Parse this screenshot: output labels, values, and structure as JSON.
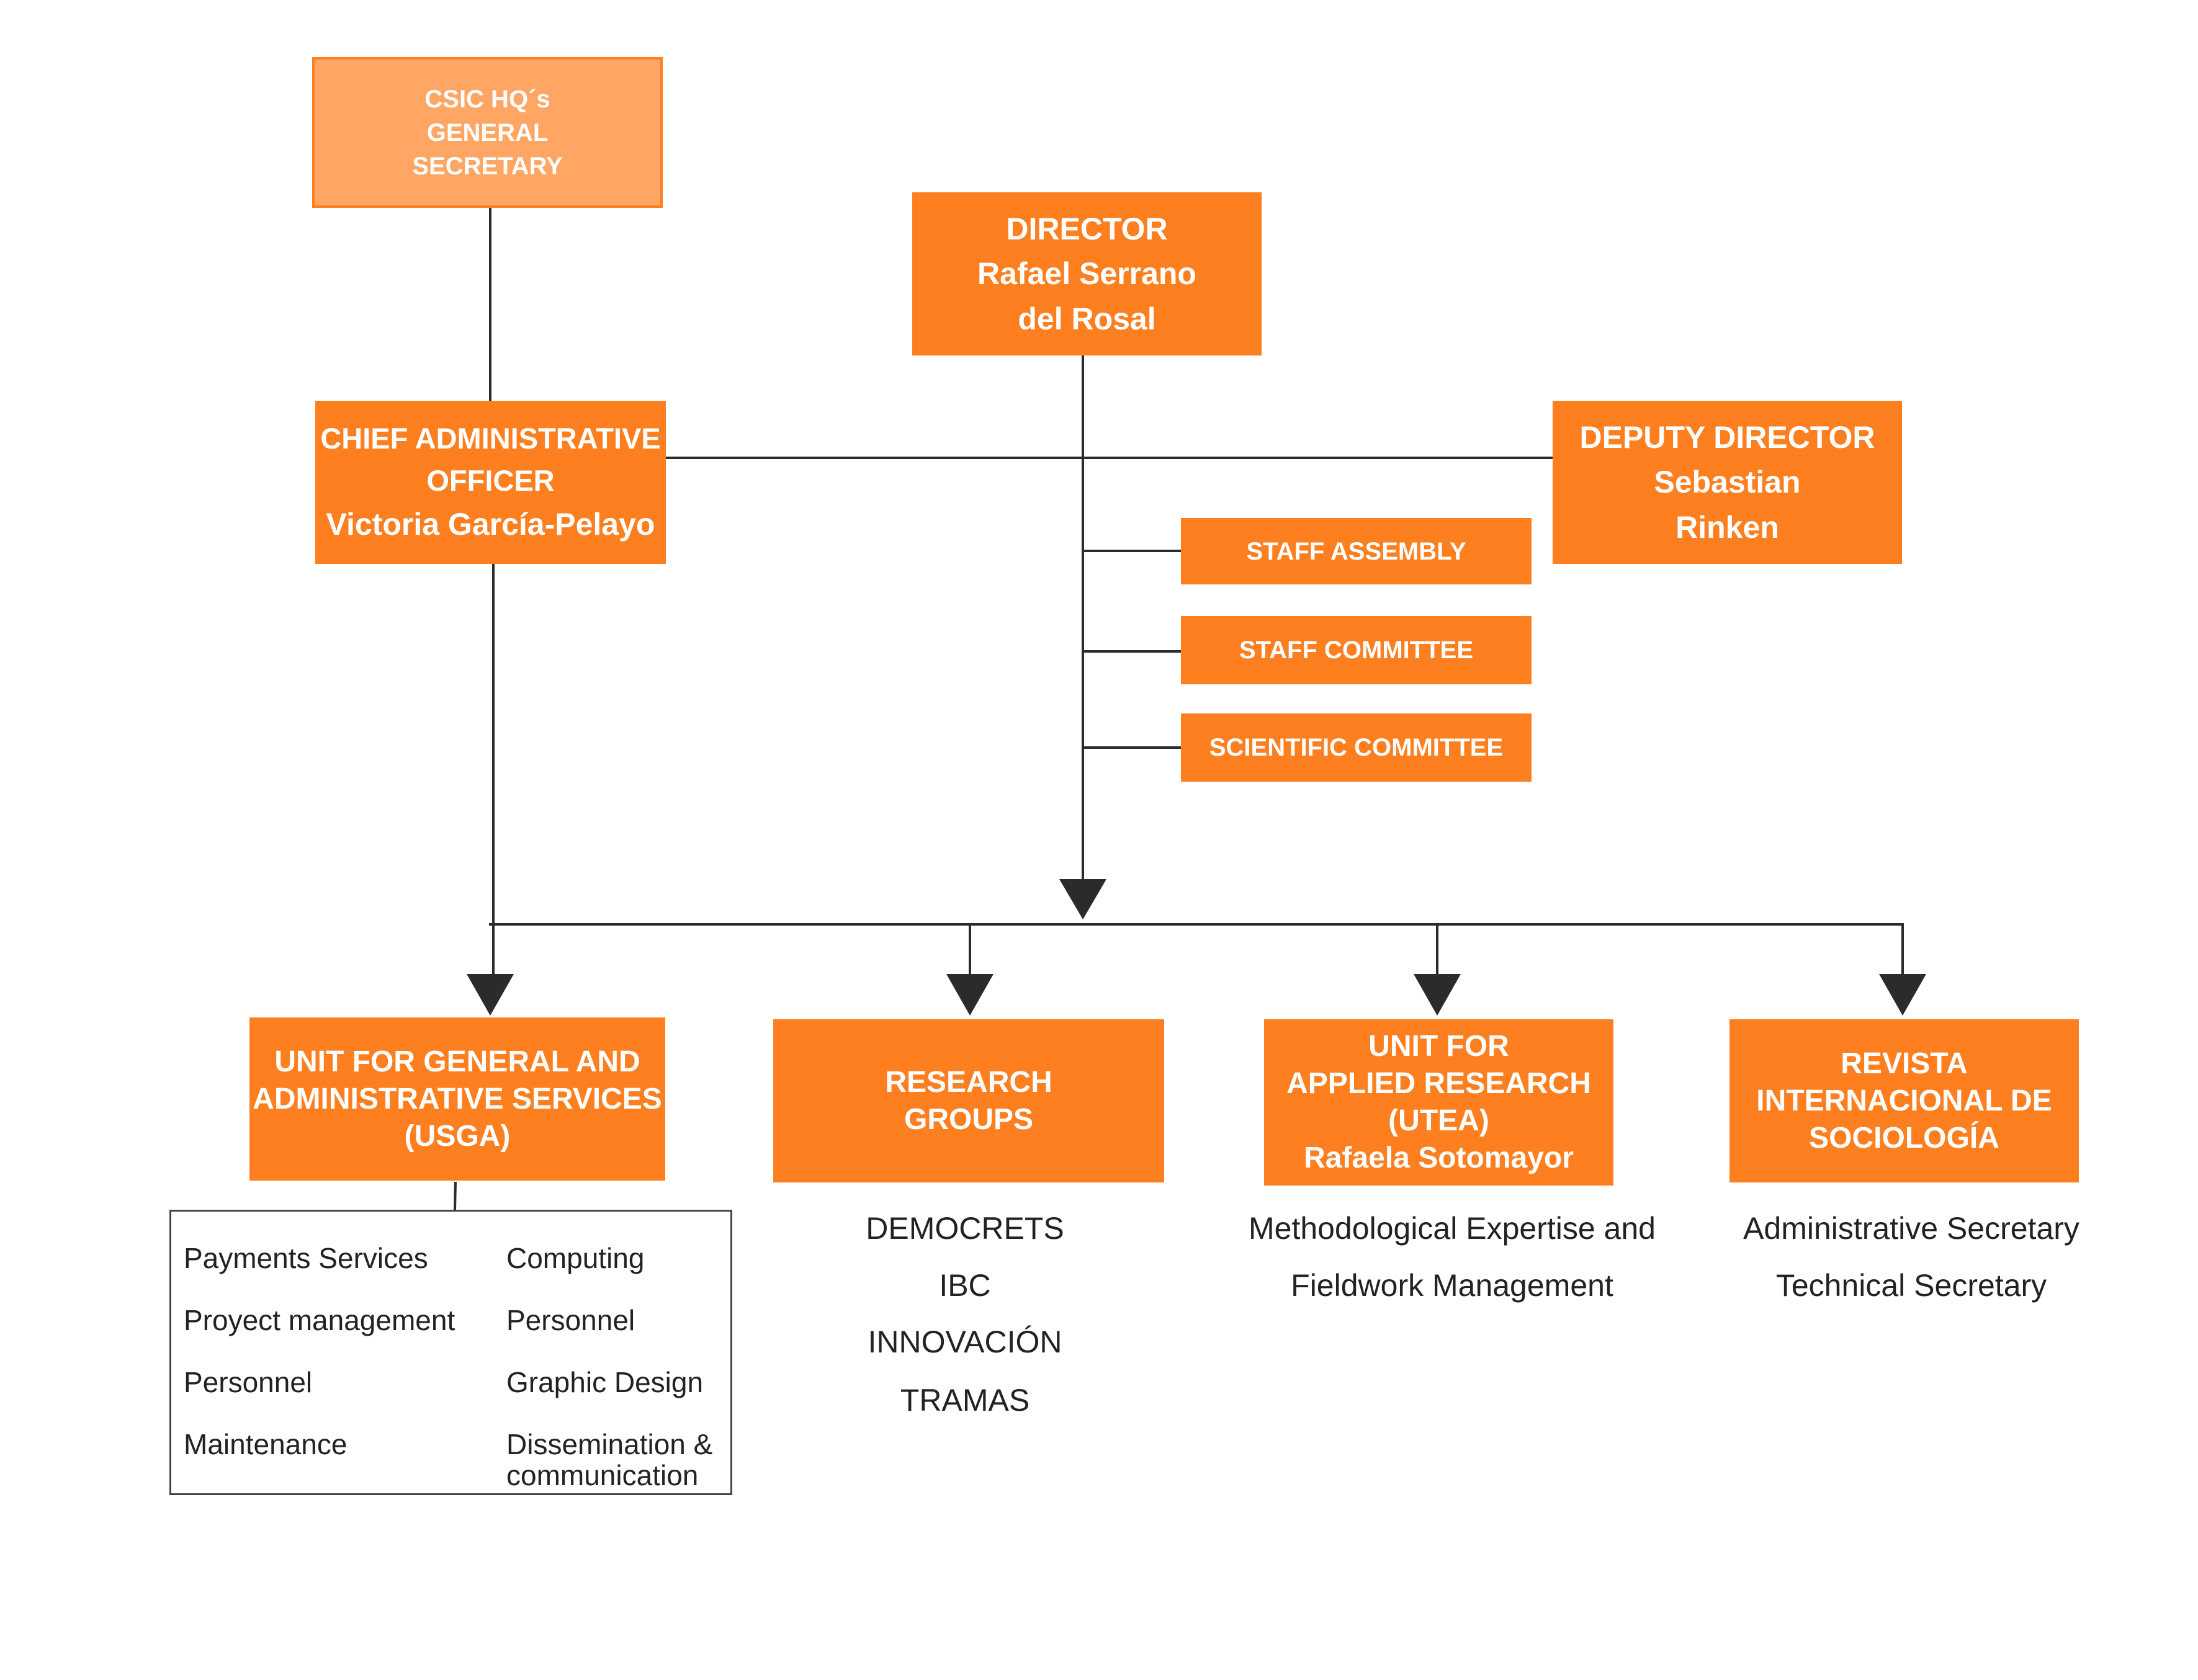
{
  "boxes": {
    "hq": [
      "CSIC HQ´s",
      "GENERAL",
      "SECRETARY"
    ],
    "director": [
      "DIRECTOR",
      "Rafael Serrano",
      "del Rosal"
    ],
    "cao": [
      "CHIEF ADMINISTRATIVE",
      "OFFICER",
      "Victoria García-Pelayo"
    ],
    "deputy": [
      "DEPUTY DIRECTOR",
      "Sebastian",
      "Rinken"
    ],
    "staff_assembly": "STAFF ASSEMBLY",
    "staff_committee": "STAFF COMMITTEE",
    "scientific_committee": "SCIENTIFIC COMMITTEE",
    "usga": [
      "UNIT FOR GENERAL AND",
      "ADMINISTRATIVE SERVICES",
      "(USGA)"
    ],
    "research": [
      "RESEARCH",
      "GROUPS"
    ],
    "utea": [
      "UNIT FOR",
      "APPLIED RESEARCH",
      "(UTEA)",
      "Rafaela Sotomayor"
    ],
    "revista": [
      "REVISTA",
      "INTERNACIONAL DE",
      "SOCIOLOGÍA"
    ]
  },
  "usga_services": {
    "left": [
      "Payments Services",
      "Proyect management",
      "Personnel",
      "Maintenance"
    ],
    "right": [
      "Computing",
      "Personnel",
      "Graphic Design",
      "Dissemination &",
      "communication"
    ]
  },
  "research_groups": [
    "DEMOCRETS",
    "IBC",
    "INNOVACIÓN",
    "TRAMAS"
  ],
  "utea_items": [
    "Methodological Expertise and",
    "Fieldwork Management"
  ],
  "revista_items": [
    "Administrative Secretary",
    "Technical Secretary"
  ],
  "colors": {
    "primary": "#fd7f20",
    "light": "#ffa664",
    "line": "#2b2b2b"
  }
}
